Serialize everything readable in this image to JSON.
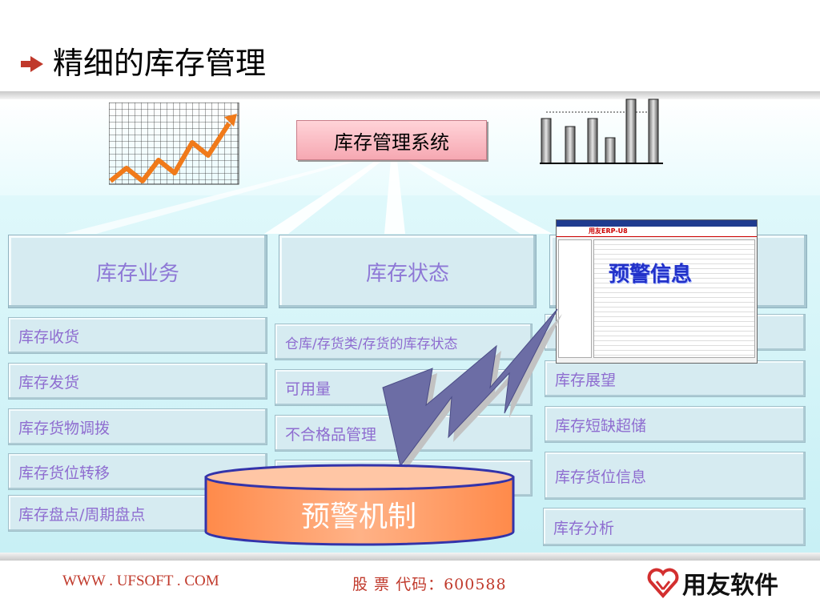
{
  "page": {
    "title": "精细的库存管理"
  },
  "system": {
    "label": "库存管理系统"
  },
  "columns": [
    {
      "header": "库存业务",
      "items": [
        "库存收货",
        "库存发货",
        "库存货物调拨",
        "库存货位转移",
        "库存盘点/周期盘点"
      ]
    },
    {
      "header": "库存状态",
      "items": [
        "仓库/存货类/存货的库存状态",
        "可用量",
        "不合格品管理"
      ]
    },
    {
      "header": "",
      "items": [
        "库存展望",
        "库存短缺超储",
        "库存货位信息",
        "库存分析"
      ]
    }
  ],
  "screenshot": {
    "title": "用友ERP-U8",
    "warning_label": "预警信息"
  },
  "warning_mechanism": {
    "label": "预警机制"
  },
  "footer": {
    "url": "WWW . UFSOFT . COM",
    "stock": "股 票 代码：600588",
    "brand": "用友软件"
  },
  "colors": {
    "accent": "#c0392b",
    "item_text": "#8e6cd0",
    "arrow_orange": "#f07a1a",
    "cylinder": "#ff9a66",
    "bolt": "#6c6da5"
  }
}
